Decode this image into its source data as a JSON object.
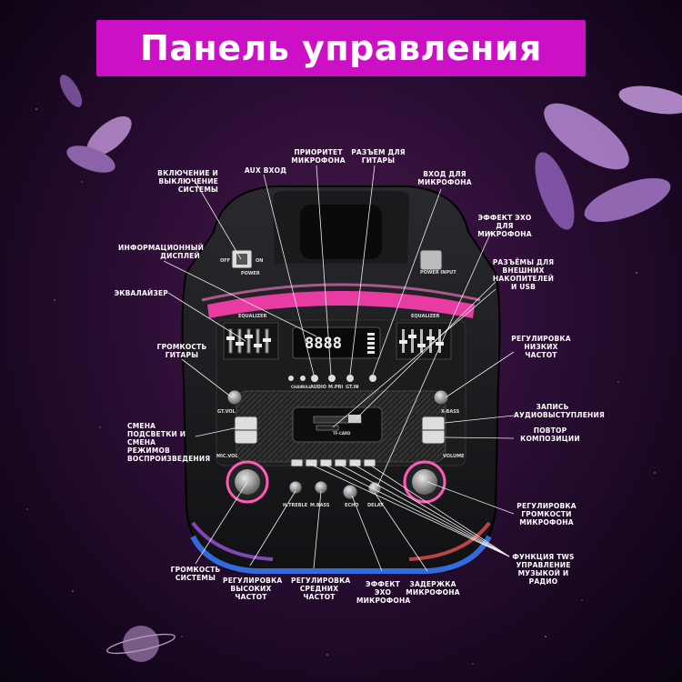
{
  "title": "Панель управления",
  "colors": {
    "banner": "#cc10c6",
    "background": "#2a0d33",
    "text": "#ffffff",
    "glow_pink": "#ff3fb0",
    "glow_blue": "#3a7bff"
  },
  "device": {
    "display_digits": "8888",
    "panel_labels": {
      "off": "OFF",
      "on": "ON",
      "power": "POWER",
      "power_input": "POWER INPUT",
      "equalizer_left": "EQUALIZER",
      "equalizer_right": "EQUALIZER",
      "gt_vol": "GT.VOL",
      "x_bass": "X-BASS",
      "mic_vol": "MIC.VOL",
      "volume": "VOLUME",
      "chair": "CHAIR",
      "full": "FULL",
      "audio": "AUDIO",
      "m_pri": "M.PRI",
      "gt_in": "GT.IN",
      "tf_card": "TF-CARD",
      "h_treble": "H.TREBLE",
      "m_bass": "M.BASS",
      "echo": "ECHO",
      "delay": "DELAY"
    }
  },
  "labels": {
    "power_switch": "Включение и выключение системы",
    "aux_in": "AUX вход",
    "mic_priority": "Приоритет микрофона",
    "guitar_jack": "Разъем для гитары",
    "mic_inputs": "Вход для микрофона",
    "echo_effect": "Эффект эхо для микрофона",
    "info_display": "Информационный дисплей",
    "ext_storage": "Разъёмы для внешних накопителей и USB",
    "equalizer": "Эквалайзер",
    "bass_adjust": "Регулировка низких частот",
    "guitar_volume": "Громкость гитары",
    "audio_record": "Запись аудиовыступления",
    "light_mode": "Смена подсветки и смена режимов воспроизведения",
    "repeat": "Повтор композиции",
    "mic_volume": "Регулировка громкости микрофона",
    "tws": "Функция TWS управление музыкой и радио",
    "system_volume": "Громкость системы",
    "treble": "Регулировка высоких частот",
    "mid": "Регулировка средних частот",
    "echo_mic": "Эффект эхо микрофона",
    "mic_delay": "Задержка микрофона"
  }
}
